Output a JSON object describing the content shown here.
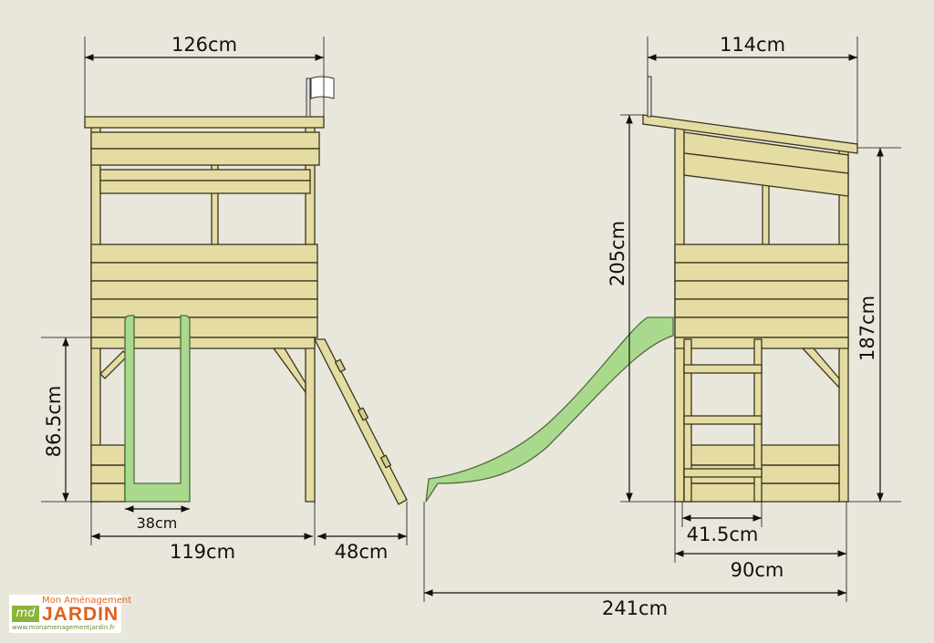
{
  "front_view": {
    "width_top": "126cm",
    "platform_height": "86.5cm",
    "slide_width": "38cm",
    "base_width": "119cm",
    "ladder_depth": "48cm"
  },
  "side_view": {
    "width_top": "114cm",
    "total_height": "205cm",
    "wall_height": "187cm",
    "ladder_width": "41.5cm",
    "base_depth": "90cm",
    "total_length": "241cm"
  },
  "logo": {
    "line1": "Mon Aménagement",
    "line2": "JARDIN",
    "url": "www.monamenagementjardin.fr",
    "mark": "md"
  },
  "colors": {
    "background": "#e9e7dc",
    "wood": "#e4dca2",
    "slide": "#a9d98c"
  }
}
